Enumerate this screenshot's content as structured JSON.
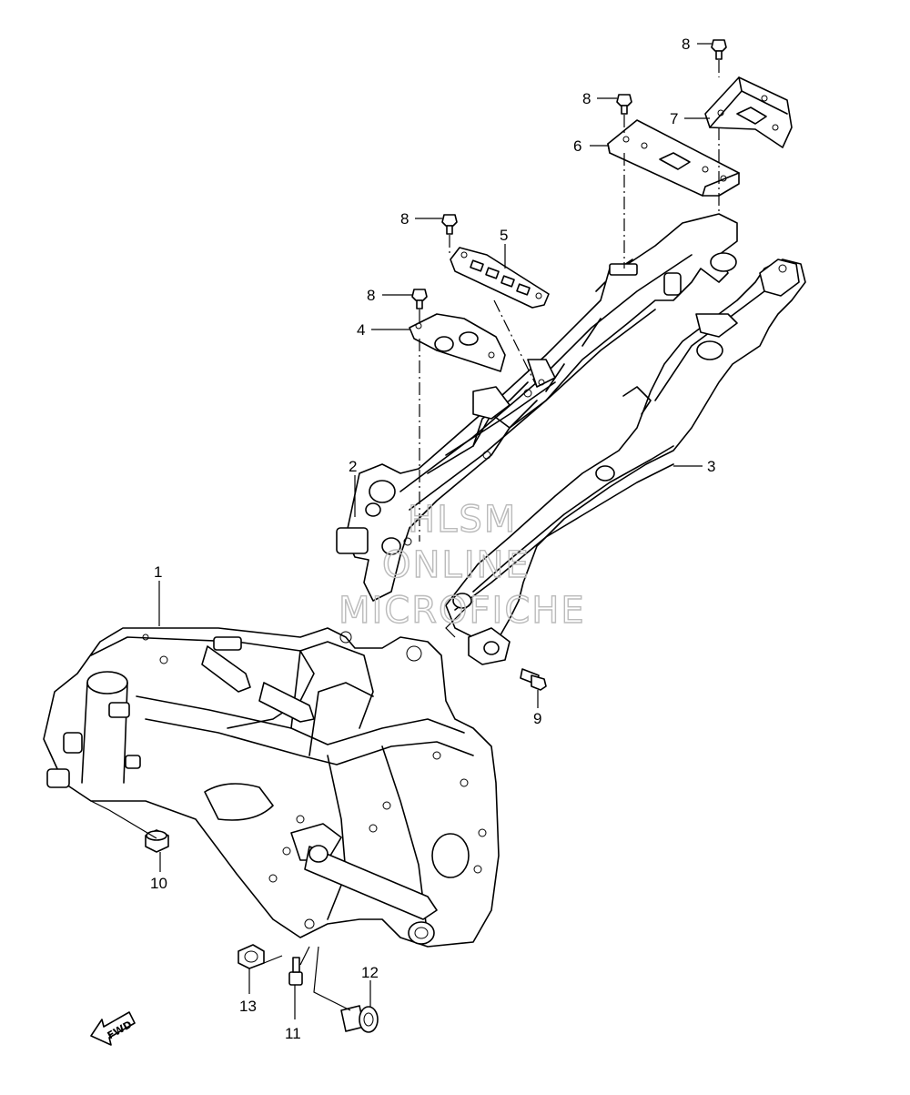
{
  "callouts": [
    {
      "id": "1",
      "label": "1"
    },
    {
      "id": "2",
      "label": "2"
    },
    {
      "id": "3",
      "label": "3"
    },
    {
      "id": "4",
      "label": "4"
    },
    {
      "id": "5",
      "label": "5"
    },
    {
      "id": "6",
      "label": "6"
    },
    {
      "id": "7",
      "label": "7"
    },
    {
      "id": "8a",
      "label": "8"
    },
    {
      "id": "8b",
      "label": "8"
    },
    {
      "id": "8c",
      "label": "8"
    },
    {
      "id": "8d",
      "label": "8"
    },
    {
      "id": "9",
      "label": "9"
    },
    {
      "id": "10",
      "label": "10"
    },
    {
      "id": "11",
      "label": "11"
    },
    {
      "id": "12",
      "label": "12"
    },
    {
      "id": "13",
      "label": "13"
    }
  ],
  "watermark": {
    "line1": "HLSM",
    "line2": "ONLINE",
    "line3": "MICROFICHE"
  },
  "direction_arrow": {
    "label": "FWD"
  },
  "colors": {
    "line": "#000000",
    "background": "#ffffff",
    "watermark": "#bbbbbb"
  }
}
